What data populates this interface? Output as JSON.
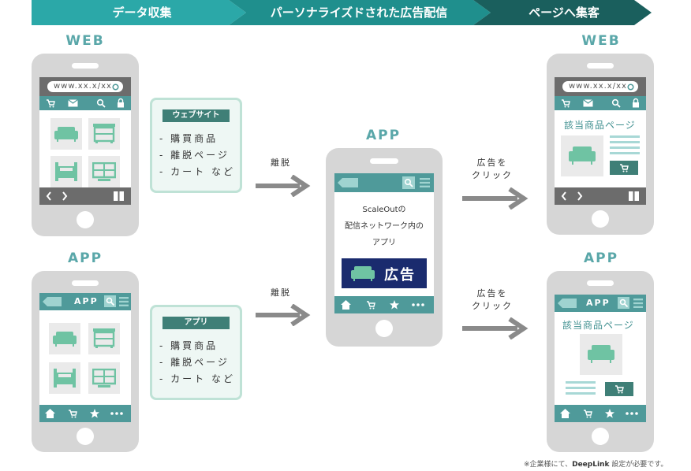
{
  "banner": {
    "step1": "データ収集",
    "step2": "パーソナライズドされた広告配信",
    "step3": "ページへ集客",
    "colors": [
      "#2ba8a8",
      "#1f8f8d",
      "#1a5f5d"
    ]
  },
  "labels": {
    "web_left": "WEB",
    "app_left": "APP",
    "app_center": "APP",
    "web_right": "WEB",
    "app_right": "APP"
  },
  "browser": {
    "url": "www.xx.x/xx"
  },
  "app_bar_title": "APP",
  "cards": {
    "web": {
      "title": "ウェブサイト",
      "items": [
        "-  購買商品",
        "-  離脱ページ",
        "-  カート  など"
      ]
    },
    "app": {
      "title": "アプリ",
      "items": [
        "-  購買商品",
        "-  離脱ページ",
        "-  カート  など"
      ]
    }
  },
  "arrows": {
    "leave_top": "離脱",
    "leave_bottom": "離脱",
    "click_top_line1": "広告を",
    "click_top_line2": "クリック",
    "click_bottom_line1": "広告を",
    "click_bottom_line2": "クリック"
  },
  "center_app": {
    "line1": "ScaleOutの",
    "line2": "配信ネットワーク内の",
    "line3": "アプリ",
    "ad_label": "広告"
  },
  "product_page_title_web": "該当商品ページ",
  "product_page_title_app": "該当商品ページ",
  "footnote": {
    "prefix": "※企業様にて、",
    "bold": "DeepLink",
    "suffix": " 設定が必要です。"
  },
  "icons": [
    "cart-icon",
    "mail-icon",
    "search-icon",
    "lock-icon",
    "sofa-icon",
    "dresser-icon",
    "bed-icon",
    "tv-icon",
    "home-icon",
    "star-icon",
    "more-icon",
    "menu-icon",
    "back-icon",
    "chevron-left-icon",
    "chevron-right-icon",
    "book-icon",
    "refresh-icon"
  ]
}
